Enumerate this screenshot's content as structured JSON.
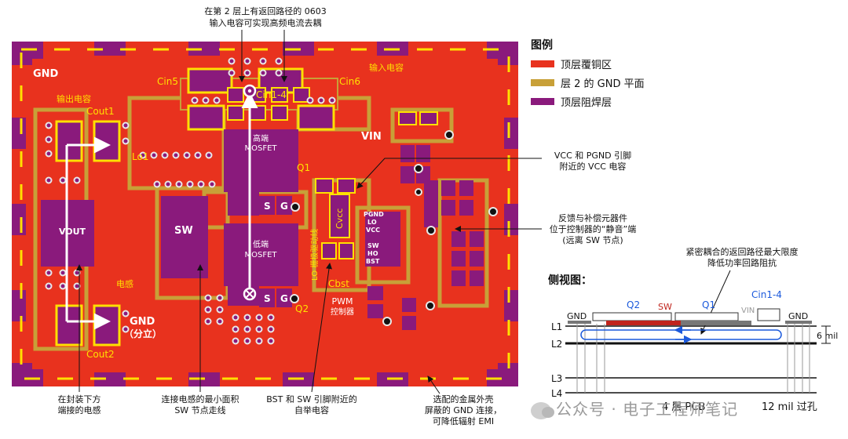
{
  "legend": {
    "title": "图例",
    "items": [
      {
        "label": "顶层覆铜区",
        "color": "#e8321e"
      },
      {
        "label": "层 2 的 GND 平面",
        "color": "#c8a038"
      },
      {
        "label": "顶层阻焊层",
        "color": "#8a1a7c"
      }
    ]
  },
  "colors": {
    "copper": "#e8321e",
    "gnd_plane": "#c8a038",
    "solder_mask": "#8a1a7c",
    "silk": "#ffe000",
    "via_ring": "#e8e8e8",
    "sideview_red": "#c0241c",
    "sideview_blue": "#1c5adc"
  },
  "board": {
    "gnd": "GND",
    "vin": "VIN",
    "vout": "VOUT",
    "sw": "SW",
    "cin5": "Cin5",
    "cin6": "Cin6",
    "cin14": "Cin1-4",
    "input_cap": "输入电容",
    "output_cap": "输出电容",
    "cout1": "Cout1",
    "cout2": "Cout2",
    "lo1": "Lo1",
    "q1": "Q1",
    "q2": "Q2",
    "high_side_1": "高端",
    "high_side_2": "MOSFET",
    "low_side_1": "低端",
    "low_side_2": "MOSFET",
    "s1": "S",
    "g1": "G",
    "s2": "S",
    "g2": "G",
    "inductor": "电感",
    "gnd_split_1": "GND",
    "gnd_split_2": "（分立）",
    "cvcc": "Cvcc",
    "cbst": "Cbst",
    "lo_trace": "LO 栅极驱动线",
    "pgnd": "PGND",
    "lo": "LO",
    "vcc": "VCC",
    "sw_pin": "SW",
    "ho": "HO",
    "bst": "BST",
    "pwm_1": "PWM",
    "pwm_2": "控制器"
  },
  "annotations": {
    "top_1": "在第 2 层上有返回路径的 0603",
    "top_2": "输入电容可实现高频电流去耦",
    "vcc_1": "VCC 和 PGND 引脚",
    "vcc_2": "附近的 VCC 电容",
    "fb_1": "反馈与补偿元器件",
    "fb_2": "位于控制器的“静音”端",
    "fb_3": "(远离 SW 节点)",
    "loop_1": "紧密耦合的返回路径最大限度",
    "loop_2": "降低功率回路阻抗",
    "bot1_1": "在封装下方",
    "bot1_2": "端接的电感",
    "bot2_1": "连接电感的最小面积",
    "bot2_2": "SW 节点走线",
    "bot3_1": "BST 和 SW 引脚附近的",
    "bot3_2": "自举电容",
    "bot4_1": "选配的金属外壳",
    "bot4_2": "屏蔽的 GND 连接，",
    "bot4_3": "可降低辐射 EMI"
  },
  "side_view": {
    "title": "侧视图：",
    "gnd_left": "GND",
    "q2": "Q2",
    "sw": "SW",
    "q1": "Q1",
    "cin": "Cin1-4",
    "vin": "VIN",
    "gnd_right": "GND",
    "l1": "L1",
    "l2": "L2",
    "l3": "L3",
    "l4": "L4",
    "mil": "6 mil",
    "pcb": "4 层 PCB",
    "via": "12 mil 过孔"
  },
  "watermark": "公众号 · 电子工程师笔记"
}
